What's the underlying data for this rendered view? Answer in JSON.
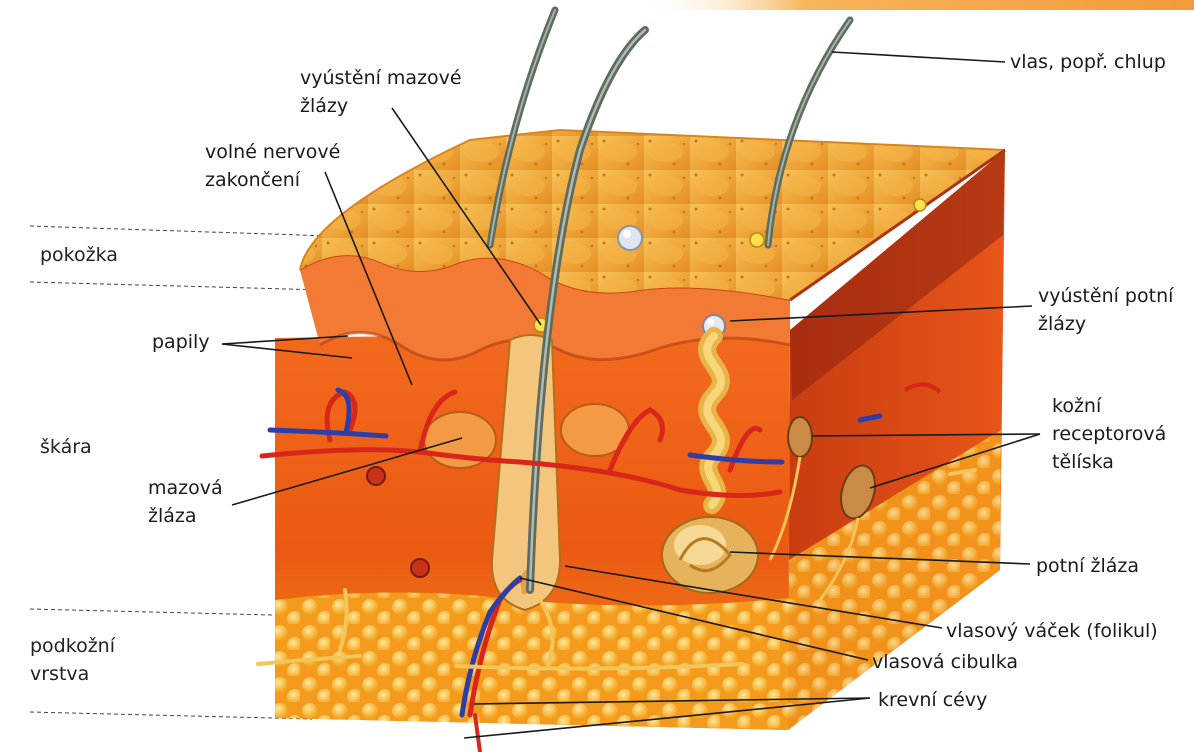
{
  "colors": {
    "epidermis_top": "#f2a93a",
    "dermis": "#ea5a14",
    "subcutis": "#f6a21e",
    "artery": "#d8281c",
    "vein": "#2c3fa8",
    "hair": "#6e6e5c",
    "nerve": "#f1c65a",
    "leader_line": "#1a1a1a",
    "top_bar": "#f39a3a"
  },
  "labels": {
    "pokozka": "pokožka",
    "papily": "papily",
    "skara": "škára",
    "podkozni_1": "podkožní",
    "podkozni_2": "vrstva",
    "vyusteni_mazove_1": "vyústění mazové",
    "vyusteni_mazove_2": "žlázy",
    "volne_nervove_1": "volné nervové",
    "volne_nervove_2": "zakončení",
    "mazova_1": "mazová",
    "mazova_2": "žláza",
    "vlas": "vlas, popř. chlup",
    "vyusteni_potni_1": "vyústění potní",
    "vyusteni_potni_2": "žlázy",
    "kozni_1": "kožní",
    "kozni_2": "receptorová",
    "kozni_3": "tělíska",
    "potni_zlaza": "potní žláza",
    "vlasovy_vacek": "vlasový váček (folikul)",
    "vlasova_cibulka": "vlasová cibulka",
    "krevni_cevy": "krevní cévy"
  }
}
